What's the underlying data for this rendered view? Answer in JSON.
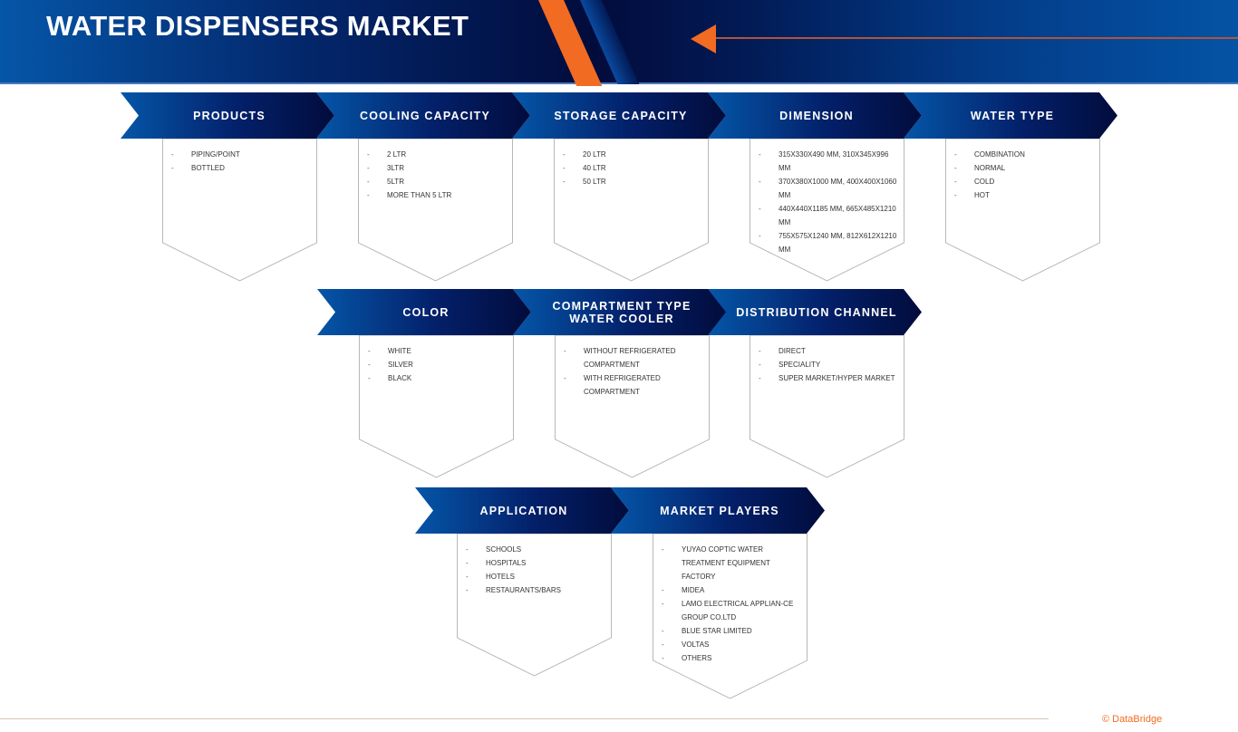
{
  "header": {
    "title": "WATER DISPENSERS MARKET"
  },
  "segments": [
    {
      "label": "PRODUCTS",
      "items": [
        "PIPING/POINT",
        "BOTTLED"
      ]
    },
    {
      "label": "COOLING CAPACITY",
      "items": [
        "2 LTR",
        "3LTR",
        "5LTR",
        "MORE THAN 5 LTR"
      ]
    },
    {
      "label": "STORAGE CAPACITY",
      "items": [
        "20 LTR",
        "40 LTR",
        "50 LTR"
      ]
    },
    {
      "label": "DIMENSION",
      "items": [
        "315X330X490 MM, 310X345X996 MM",
        "370X380X1000 MM, 400X400X1060 MM",
        "440X440X1185 MM, 665X485X1210 MM",
        "755X575X1240 MM, 812X612X1210 MM"
      ]
    },
    {
      "label": "WATER TYPE",
      "items": [
        "COMBINATION",
        "NORMAL",
        "COLD",
        "HOT"
      ]
    },
    {
      "label": "COLOR",
      "items": [
        "WHITE",
        "SILVER",
        "BLACK"
      ]
    },
    {
      "label": "COMPARTMENT TYPE WATER COOLER",
      "items": [
        "WITHOUT REFRIGERATED COMPARTMENT",
        "WITH REFRIGERATED COMPARTMENT"
      ]
    },
    {
      "label": "DISTRIBUTION CHANNEL",
      "items": [
        "DIRECT",
        "SPECIALITY",
        "SUPER MARKET/HYPER MARKET"
      ]
    },
    {
      "label": "APPLICATION",
      "items": [
        "SCHOOLS",
        "HOSPITALS",
        "HOTELS",
        "RESTAURANTS/BARS"
      ]
    },
    {
      "label": "MARKET PLAYERS",
      "items": [
        "YUYAO COPTIC WATER TREATMENT EQUIPMENT FACTORY",
        "MIDEA",
        "LAMO ELECTRICAL APPLIAN-CE GROUP CO.LTD",
        "BLUE STAR LIMITED",
        "VOLTAS",
        "OTHERS"
      ]
    }
  ],
  "footer": {
    "brand": "© DataBridge"
  }
}
